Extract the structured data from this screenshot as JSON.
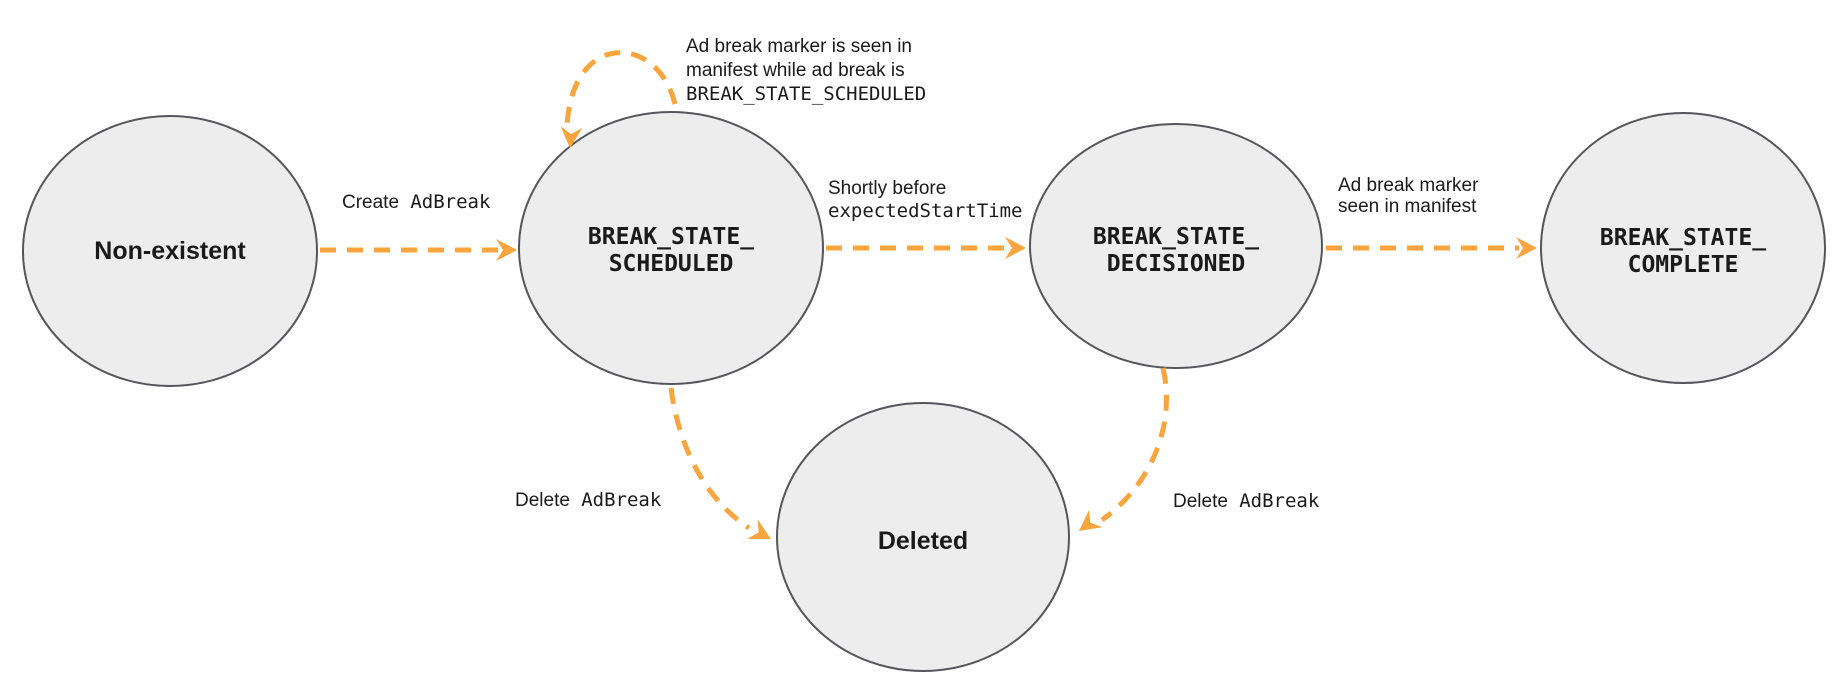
{
  "diagram": {
    "colors": {
      "arrow": "#f9a43c",
      "node_fill": "#ededed",
      "node_border": "#55565a",
      "text": "#1a1a1a"
    },
    "states": {
      "non_existent": {
        "label": "Non-existent"
      },
      "scheduled": {
        "line1": "BREAK_STATE_",
        "line2": "SCHEDULED"
      },
      "decisioned": {
        "line1": "BREAK_STATE_",
        "line2": "DECISIONED"
      },
      "complete": {
        "line1": "BREAK_STATE_",
        "line2": "COMPLETE"
      },
      "deleted": {
        "label": "Deleted"
      }
    },
    "transitions": {
      "create": {
        "text": "Create",
        "code": "AdBreak"
      },
      "self_loop": {
        "line1": "Ad break marker is seen in",
        "line2": "manifest while ad break is",
        "line3": "BREAK_STATE_SCHEDULED"
      },
      "before_start": {
        "text": "Shortly before",
        "code": "expectedStartTime"
      },
      "marker_seen": {
        "line1": "Ad break marker",
        "line2": "seen in manifest"
      },
      "delete_from_scheduled": {
        "text": "Delete",
        "code": "AdBreak"
      },
      "delete_from_decisioned": {
        "text": "Delete",
        "code": "AdBreak"
      }
    }
  }
}
